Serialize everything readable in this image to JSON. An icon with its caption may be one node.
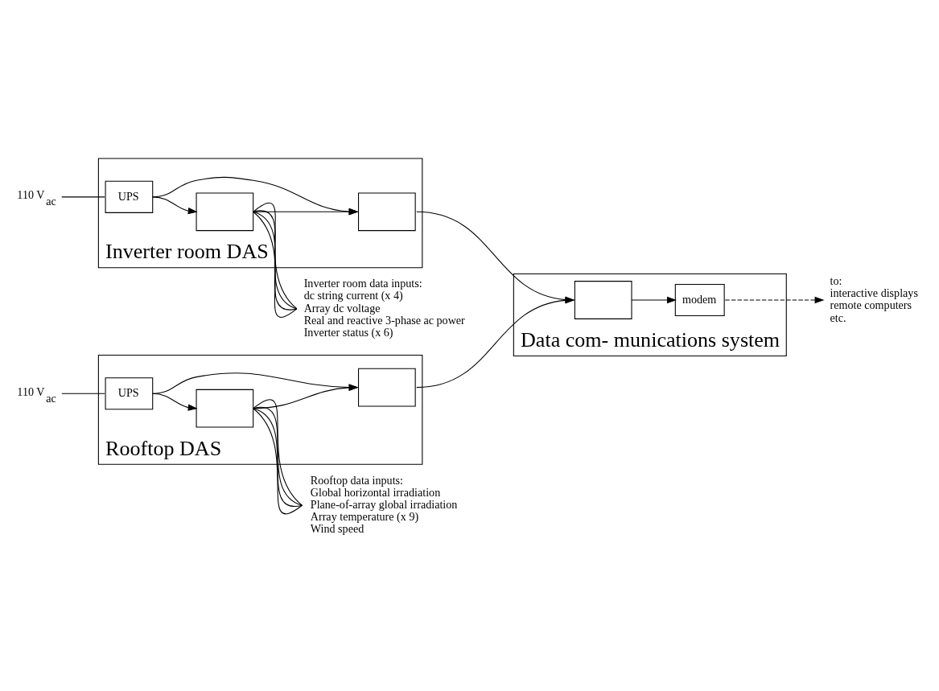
{
  "diagram": {
    "nodes": [
      {
        "text": [
          "Rooftop DAS"
        ]
      },
      {
        "text": [],
        "shape": "box",
        "in": 0
      },
      {
        "text": [
          "UPS"
        ],
        "in": 0
      },
      {
        "text": [],
        "shape": "box",
        "in": 0
      },
      {
        "text": [
          "110 V$_{ac}$"
        ]
      },
      {
        "text": [
          "Rooftop data inputs:",
          "Global horizontal irradiation",
          "Plane-of-array global irradiation",
          "Array temperature (x 9)",
          "Wind speed"
        ]
      },
      {
        "text": [
          "Inverter room DAS"
        ]
      },
      {
        "text": [],
        "shape": "box",
        "in": 6
      },
      {
        "text": [
          "UPS"
        ],
        "in": 6
      },
      {
        "text": [],
        "shape": "box",
        "in": 6
      },
      {
        "text": [
          "110 V$_{ac}$"
        ]
      },
      {
        "text": [
          "Inverter room data inputs:",
          "dc string current (x 4)",
          "Array dc voltage",
          "Real and reactive 3-phase ac power",
          "Inverter status (x 6)"
        ]
      },
      {
        "text": [
          "Data com- munications system"
        ]
      },
      {
        "text": [
          "modem"
        ],
        "in": 12
      },
      {
        "text": [],
        "shape": "box",
        "in": 12
      },
      {
        "text": [
          "to:",
          "interactive displays",
          "remote computers",
          "etc."
        ]
      }
    ],
    "edges": [
      {
        "from": 2,
        "to": 1,
        "arrow": "to"
      },
      {
        "from": 1,
        "to": 3,
        "arrow": "to"
      },
      {
        "from": 2,
        "to": 3,
        "arrow": "to"
      },
      {
        "from": 4,
        "to": 2,
        "arrow": "none"
      },
      {
        "from": 1,
        "to": 5,
        "arrow": "none"
      },
      {
        "from": 1,
        "to": 5,
        "arrow": "none"
      },
      {
        "from": 1,
        "to": 5,
        "arrow": "none"
      },
      {
        "from": 1,
        "to": 5,
        "arrow": "none"
      },
      {
        "from": 8,
        "to": 7,
        "arrow": "to"
      },
      {
        "from": 7,
        "to": 9,
        "arrow": "to"
      },
      {
        "from": 8,
        "to": 9,
        "arrow": "to"
      },
      {
        "from": 10,
        "to": 8,
        "arrow": "none"
      },
      {
        "from": 7,
        "to": 11,
        "arrow": "none"
      },
      {
        "from": 7,
        "to": 11,
        "arrow": "none"
      },
      {
        "from": 7,
        "to": 11,
        "arrow": "none"
      },
      {
        "from": 7,
        "to": 11,
        "arrow": "none"
      },
      {
        "from": 3,
        "to": 14,
        "arrow": "to"
      },
      {
        "from": 9,
        "to": 14,
        "arrow": "to"
      },
      {
        "from": 14,
        "to": 13,
        "arrow": "to"
      },
      {
        "from": 13,
        "to": 15,
        "arrow": "to",
        "style": "dashed"
      }
    ]
  }
}
